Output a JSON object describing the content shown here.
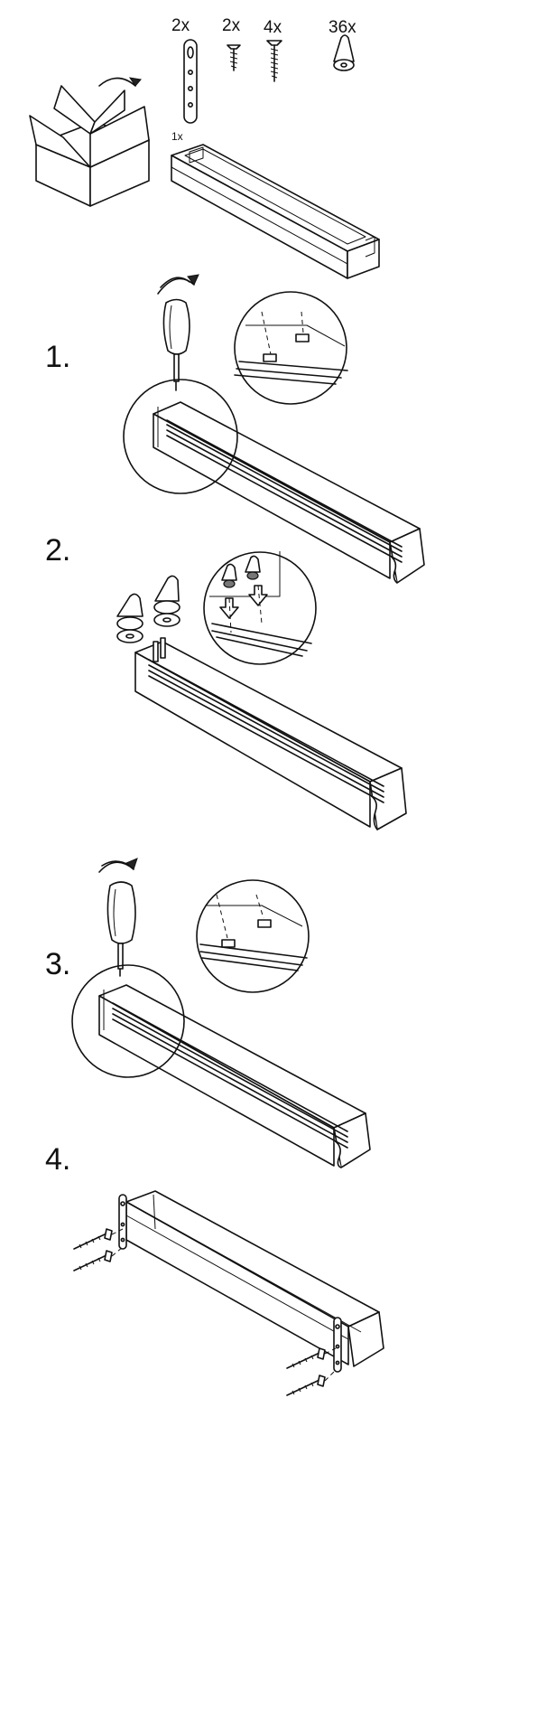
{
  "parts": [
    {
      "qty": "2x",
      "icon": "wall-bracket"
    },
    {
      "qty": "2x",
      "icon": "short-screw"
    },
    {
      "qty": "4x",
      "icon": "long-screw"
    },
    {
      "qty": "36x",
      "icon": "curtain-glider"
    }
  ],
  "valance_qty": "1x",
  "steps": [
    {
      "number": "1."
    },
    {
      "number": "2."
    },
    {
      "number": "3."
    },
    {
      "number": "4."
    }
  ]
}
